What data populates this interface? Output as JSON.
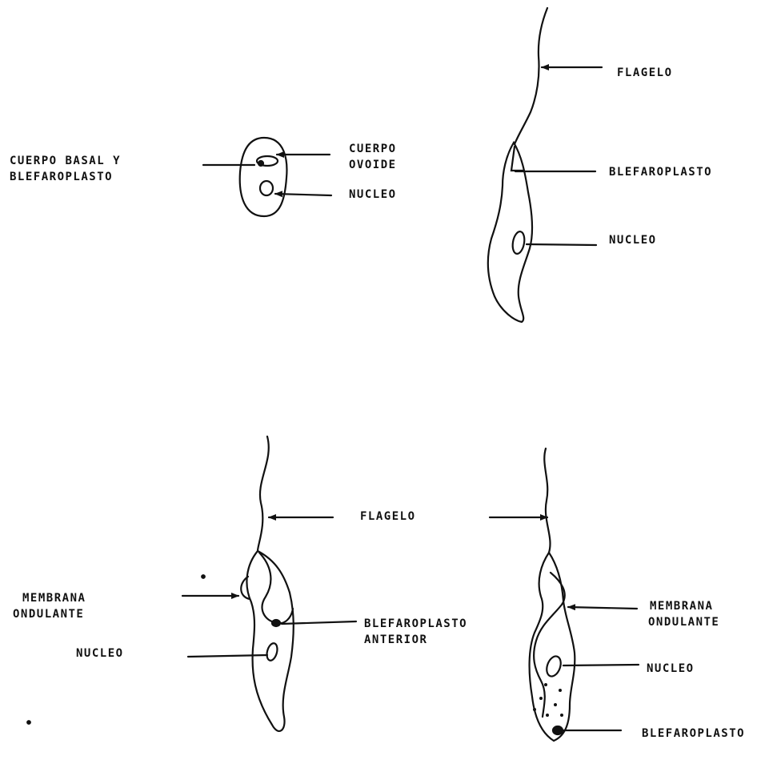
{
  "figure_a": {
    "label_basal_1": "CUERPO BASAL Y",
    "label_basal_2": "BLEFAROPLASTO",
    "label_ovoid_1": "CUERPO",
    "label_ovoid_2": "OVOIDE",
    "label_nucleus": "NUCLEO"
  },
  "figure_b": {
    "label_flagellum": "FLAGELO",
    "label_blepharoplast": "BLEFAROPLASTO",
    "label_nucleus": "NUCLEO"
  },
  "figure_c": {
    "label_flagellum": "FLAGELO",
    "label_membrane_1": "MEMBRANA",
    "label_membrane_2": "ONDULANTE",
    "label_nucleus": "NUCLEO",
    "label_blepharoplast_1": "BLEFAROPLASTO",
    "label_blepharoplast_2": "ANTERIOR"
  },
  "figure_d": {
    "label_membrane_1": "MEMBRANA",
    "label_membrane_2": "ONDULANTE",
    "label_nucleus": "NUCLEO",
    "label_blepharoplast": "BLEFAROPLASTO"
  },
  "colors": {
    "ink": "#111111",
    "background": "#ffffff"
  }
}
